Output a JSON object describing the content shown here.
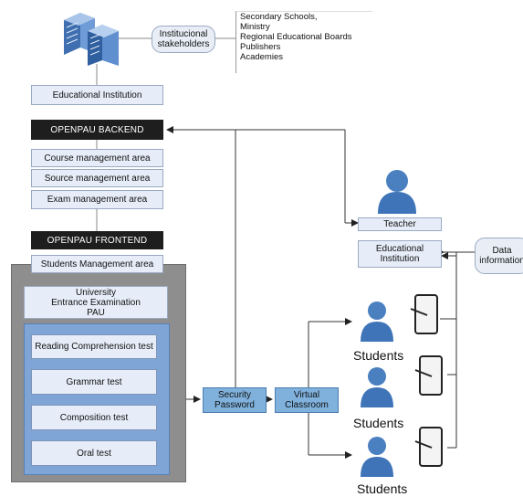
{
  "stakeholders": {
    "label": "Institucional\nstakeholders",
    "list": [
      "Secondary Schools,",
      "Ministry",
      "Regional Educational Boards",
      "Publishers",
      "Academies"
    ]
  },
  "left_column": {
    "educational_institution": "Educational Institution",
    "backend": "OPENPAU BACKEND",
    "course_area": "Course management area",
    "source_area": "Source management area",
    "exam_area": "Exam management area",
    "frontend": "OPENPAU FRONTEND",
    "students_area": "Students Management area"
  },
  "pau_panel": {
    "title": "University\nEntrance Examination\nPAU",
    "tests": [
      "Reading Comprehension test",
      "Grammar test",
      "Composition test",
      "Oral test"
    ]
  },
  "security_password": "Security\nPassword",
  "virtual_classroom": "Virtual\nClassroom",
  "right": {
    "teacher": "Teacher",
    "educational_institution": "Educational\nInstitution",
    "data_information": "Data\ninformation",
    "students_label": "Students"
  }
}
